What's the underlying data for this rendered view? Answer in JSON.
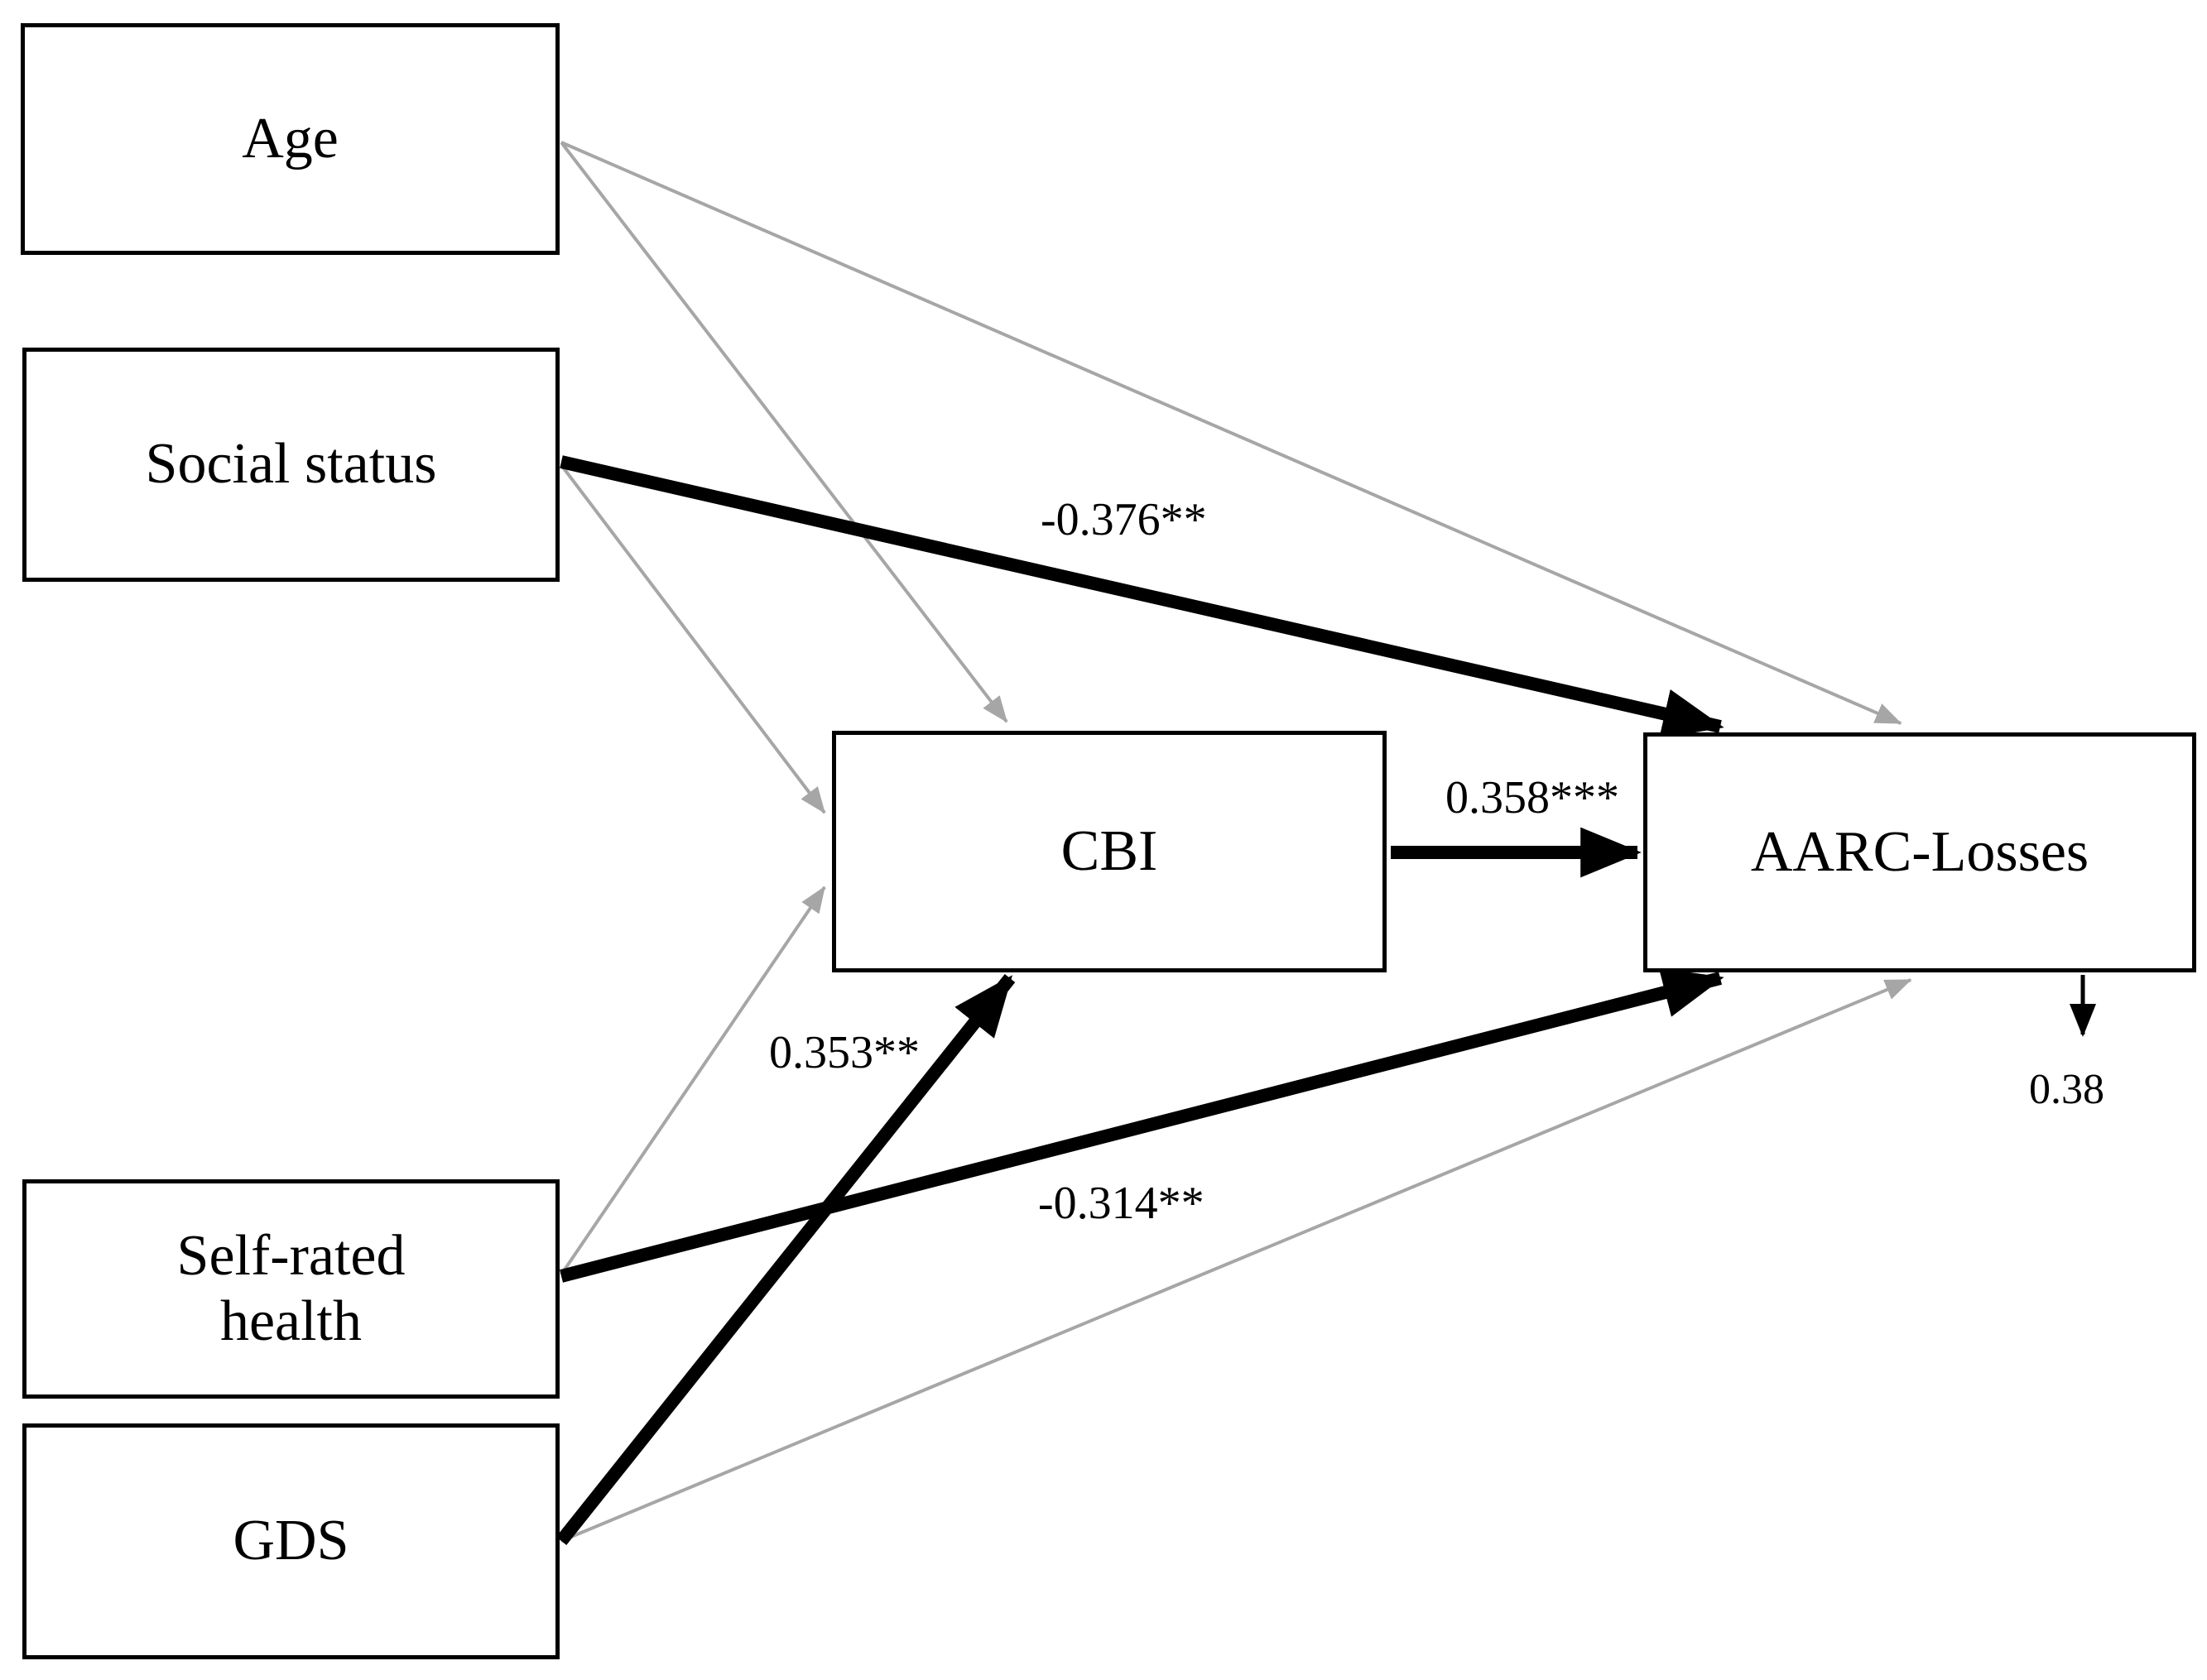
{
  "figure": {
    "type": "path-diagram",
    "background_color": "#ffffff",
    "significant_path_color": "#000000",
    "nonsignificant_path_color": "#a6a6a6"
  },
  "nodes": [
    {
      "id": "age",
      "label": "Age"
    },
    {
      "id": "social_status",
      "label": "Social status"
    },
    {
      "id": "self_rated_health",
      "label": "Self-rated\nhealth"
    },
    {
      "id": "gds",
      "label": "GDS"
    },
    {
      "id": "cbi",
      "label": "CBI"
    },
    {
      "id": "aarc_losses",
      "label": "AARC-Losses"
    }
  ],
  "edge_labels": {
    "social_status_to_aarc": "-0.376**",
    "cbi_to_aarc": "0.358***",
    "gds_to_cbi": "0.353**",
    "self_rated_health_to_aarc": "-0.314**"
  },
  "residual": {
    "node": "aarc_losses",
    "value": "0.38"
  },
  "chart_data": {
    "type": "diagram",
    "title": "",
    "nodes": [
      "Age",
      "Social status",
      "Self-rated health",
      "GDS",
      "CBI",
      "AARC-Losses"
    ],
    "edges": [
      {
        "from": "Age",
        "to": "CBI",
        "coefficient": null,
        "significant": false,
        "style": "thin-gray"
      },
      {
        "from": "Age",
        "to": "AARC-Losses",
        "coefficient": null,
        "significant": false,
        "style": "thin-gray"
      },
      {
        "from": "Social status",
        "to": "CBI",
        "coefficient": null,
        "significant": false,
        "style": "thin-gray"
      },
      {
        "from": "Social status",
        "to": "AARC-Losses",
        "coefficient": "-0.376**",
        "significant": true,
        "style": "thick-black"
      },
      {
        "from": "Self-rated health",
        "to": "CBI",
        "coefficient": null,
        "significant": false,
        "style": "thin-gray"
      },
      {
        "from": "Self-rated health",
        "to": "AARC-Losses",
        "coefficient": "-0.314**",
        "significant": true,
        "style": "thick-black"
      },
      {
        "from": "GDS",
        "to": "CBI",
        "coefficient": "0.353**",
        "significant": true,
        "style": "thick-black"
      },
      {
        "from": "GDS",
        "to": "AARC-Losses",
        "coefficient": null,
        "significant": false,
        "style": "thin-gray"
      },
      {
        "from": "CBI",
        "to": "AARC-Losses",
        "coefficient": "0.358***",
        "significant": true,
        "style": "thick-black"
      },
      {
        "from": "residual",
        "to": "AARC-Losses",
        "coefficient": "0.38",
        "significant": null,
        "style": "thin-black"
      }
    ]
  }
}
